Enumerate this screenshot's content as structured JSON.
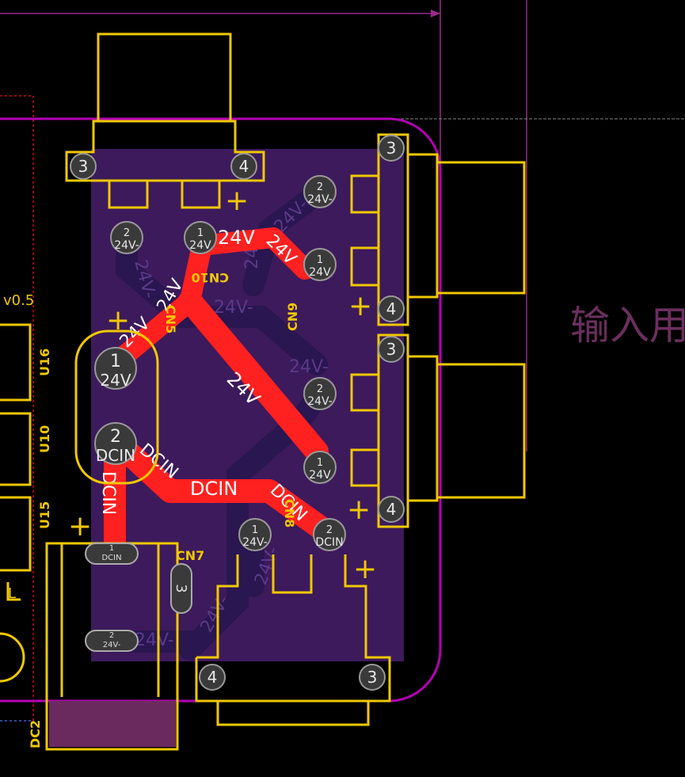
{
  "version_label": "v0.5",
  "side_text": "输入用",
  "silkscreen": {
    "u16": "U16",
    "u10": "U10",
    "u15": "U15",
    "l": "L",
    "dc2": "DC2",
    "cn5": "CN5",
    "cn7": "CN7",
    "cn8": "CN8",
    "cn9": "CN9",
    "cn10": "CN10",
    "plus": "+"
  },
  "trace_labels": {
    "t24v_top": "24V",
    "t24v_diag1": "24V",
    "t24v_diag2": "24V",
    "t24v_mid": "24V",
    "t24v_cn10": "24V",
    "dcin_h": "DCIN",
    "dcin_v": "DCIN",
    "dcin_left": "DCIN",
    "dcin_right": "DCIN"
  },
  "ghost_labels": {
    "g1": "24V-",
    "g2": "24V-",
    "g3": "24V-",
    "g4": "24V-",
    "g5": "24V-",
    "g6": "24V-",
    "g7": "24V-",
    "g8": "24V-"
  },
  "pads": [
    {
      "num": "3",
      "net": ""
    },
    {
      "num": "4",
      "net": ""
    },
    {
      "num": "2",
      "net": "24V-"
    },
    {
      "num": "1",
      "net": "24V"
    },
    {
      "num": "2",
      "net": "24V-"
    },
    {
      "num": "1",
      "net": "24V"
    },
    {
      "num": "3",
      "net": ""
    },
    {
      "num": "4",
      "net": ""
    },
    {
      "num": "3",
      "net": ""
    },
    {
      "num": "2",
      "net": "24V-"
    },
    {
      "num": "1",
      "net": "24V"
    },
    {
      "num": "4",
      "net": ""
    },
    {
      "num": "1",
      "net": "24V"
    },
    {
      "num": "2",
      "net": "DCIN"
    },
    {
      "num": "1",
      "net": "24V-"
    },
    {
      "num": "2",
      "net": "DCIN"
    },
    {
      "num": "4",
      "net": ""
    },
    {
      "num": "3",
      "net": ""
    },
    {
      "num": "4",
      "net": ""
    },
    {
      "num": "3",
      "net": ""
    }
  ],
  "slot_pads": [
    {
      "num": "1",
      "net": "DCIN"
    },
    {
      "num": "2",
      "net": "24V-"
    },
    {
      "num": "3",
      "net": ""
    }
  ],
  "colors": {
    "board_outline": "#b400b4",
    "pour": "#3d1a5c",
    "trace": "#ff2020",
    "silk": "#f0c800",
    "pad": "#3a3a3a"
  }
}
